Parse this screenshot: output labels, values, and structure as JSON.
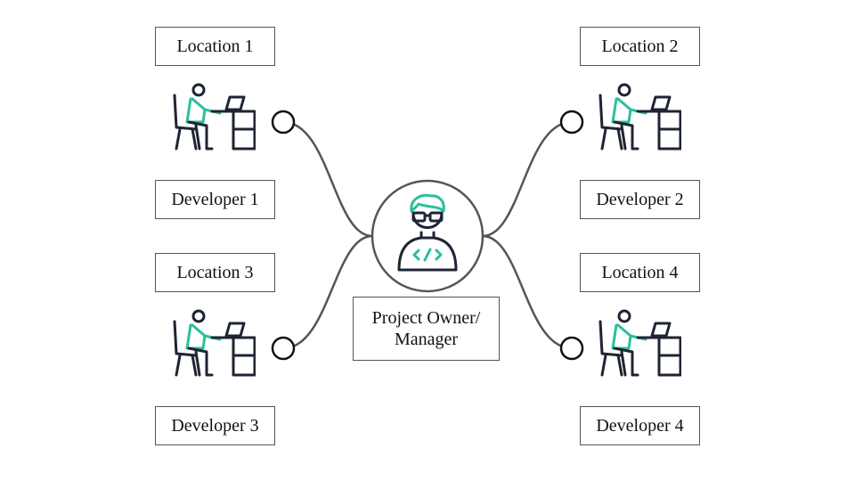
{
  "nodes": {
    "dev1": {
      "location": "Location 1",
      "name": "Developer 1"
    },
    "dev2": {
      "location": "Location 2",
      "name": "Developer 2"
    },
    "dev3": {
      "location": "Location 3",
      "name": "Developer 3"
    },
    "dev4": {
      "location": "Location 4",
      "name": "Developer 4"
    }
  },
  "manager": {
    "line1": "Project Owner/",
    "line2": "Manager"
  },
  "colors": {
    "accent": "#2bbf9c",
    "ink": "#1e2433",
    "line": "#555555"
  },
  "icons": {
    "developer": "person-at-desk-with-laptop-icon",
    "manager": "developer-with-glasses-code-icon"
  }
}
